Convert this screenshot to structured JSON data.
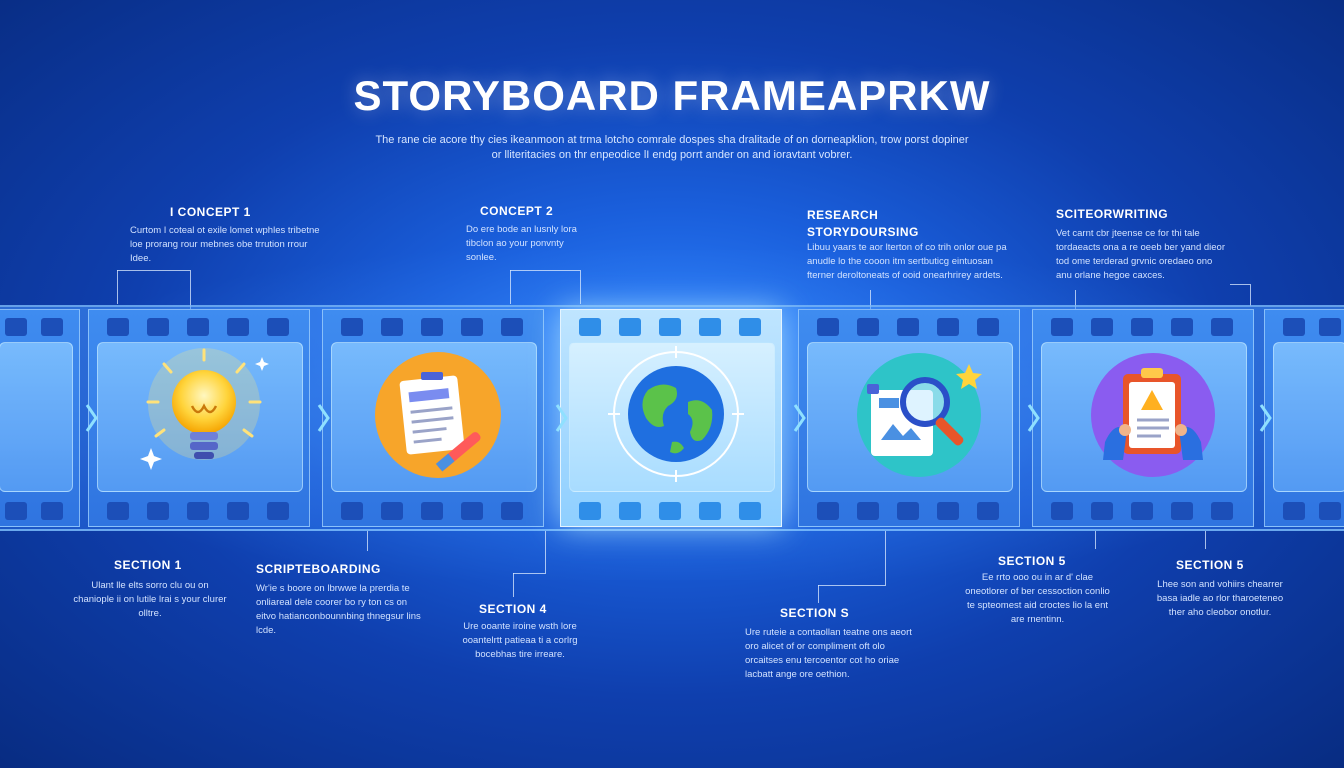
{
  "title": "STORYBOARD FRAMEAPRKW",
  "subtitle": "The rane cie acore thy cies ikeanmoon at trma lotcho comrale dospes sha dralitade of on dorneapklion, trow porst dopiner or lliteritacies on thr enpeodice lI endg porrt ander on and ioravtant vobrer.",
  "top_labels": [
    {
      "label": "I CONCEPT 1",
      "desc": "Curtom I coteal ot exile lomet wphles tribetne loe prorang rour mebnes obe trrution rrour Idee."
    },
    {
      "label": "CONCEPT 2",
      "desc": "Do ere bode an lusnly lora tibclon ao your ponvnty sonlee."
    },
    {
      "label": "RESEARCH STORYDOURSING",
      "desc": "Libuu yaars te aor lterton of co trih onlor oue pa anudle lo the cooon itm sertbuticg eintuosan fterner deroltoneats of ooid onearhrirey ardets."
    },
    {
      "label": "SCITEORWRITING",
      "desc": "Vet carnt cbr jteense ce for thi tale tordaeacts ona a re oeeb ber yand dieor tod ome terderad grvnic oredaeo ono anu orlane hegoe caxces."
    }
  ],
  "bottom_labels": [
    {
      "label": "SECTION 1",
      "desc": "Ulant lle elts sorro clu ou on chaniople ii on lutile lrai s your clurer olltre."
    },
    {
      "label": "SCRIPTEBOARDING",
      "desc": "Wr'ie s boore on lbrwwe la prerdia te onliareal dele coorer bo ry ton cs on eitvo hatianconbounnbing thnegsur lins lcde."
    },
    {
      "label": "SECTION 4",
      "desc": "Ure ooante iroine wsth lore ooantelrtt patieaa ti a corlrg bocebhas tire irreare."
    },
    {
      "label": "SECTION S",
      "desc": "Ure ruteie a contaollan teatne ons aeort oro alicet of or compliment oft olo orcaitses enu tercoentor cot ho oriae lacbatt ange ore oethion."
    },
    {
      "label": "SECTION 5",
      "desc": "Ee rrto ooo ou in ar d' clae oneotlorer of ber cessoction conlio te spteomest aid croctes lio la ent are rnentinn."
    },
    {
      "label": "SECTION 5",
      "desc": "Lhee son and vohiirs chearrer basa iadle ao rlor tharoeteneo ther aho cleobor onotlur."
    }
  ]
}
